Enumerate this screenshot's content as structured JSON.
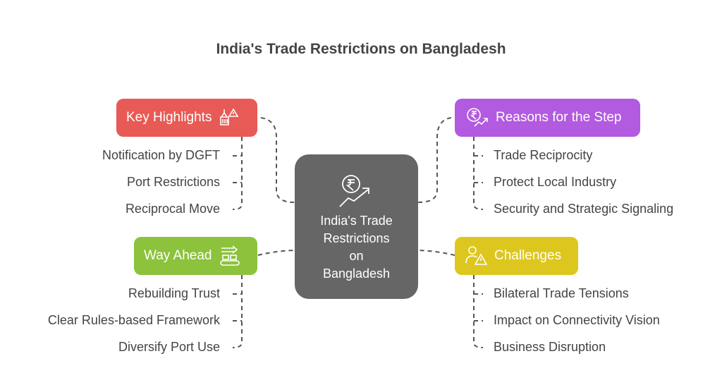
{
  "title": "India's Trade Restrictions on Bangladesh",
  "center": {
    "lines": [
      "India's Trade",
      "Restrictions",
      "on",
      "Bangladesh"
    ],
    "icon": "rupee-growth-icon"
  },
  "branches": [
    {
      "label": "Key Highlights",
      "color": "#E85A55",
      "icon": "container-warning-icon",
      "items": [
        "Notification by DGFT",
        "Port Restrictions",
        "Reciprocal Move"
      ]
    },
    {
      "label": "Reasons for the Step",
      "color": "#B25AE0",
      "icon": "rupee-arrow-icon",
      "items": [
        "Trade Reciprocity",
        "Protect Local Industry",
        "Security and Strategic Signaling"
      ]
    },
    {
      "label": "Way Ahead",
      "color": "#8CC23C",
      "icon": "conveyor-arrow-icon",
      "items": [
        "Rebuilding Trust",
        "Clear Rules-based Framework",
        "Diversify Port Use"
      ]
    },
    {
      "label": "Challenges",
      "color": "#DDC71E",
      "icon": "person-warning-icon",
      "items": [
        "Bilateral Trade Tensions",
        "Impact on Connectivity Vision",
        "Business Disruption"
      ]
    }
  ]
}
